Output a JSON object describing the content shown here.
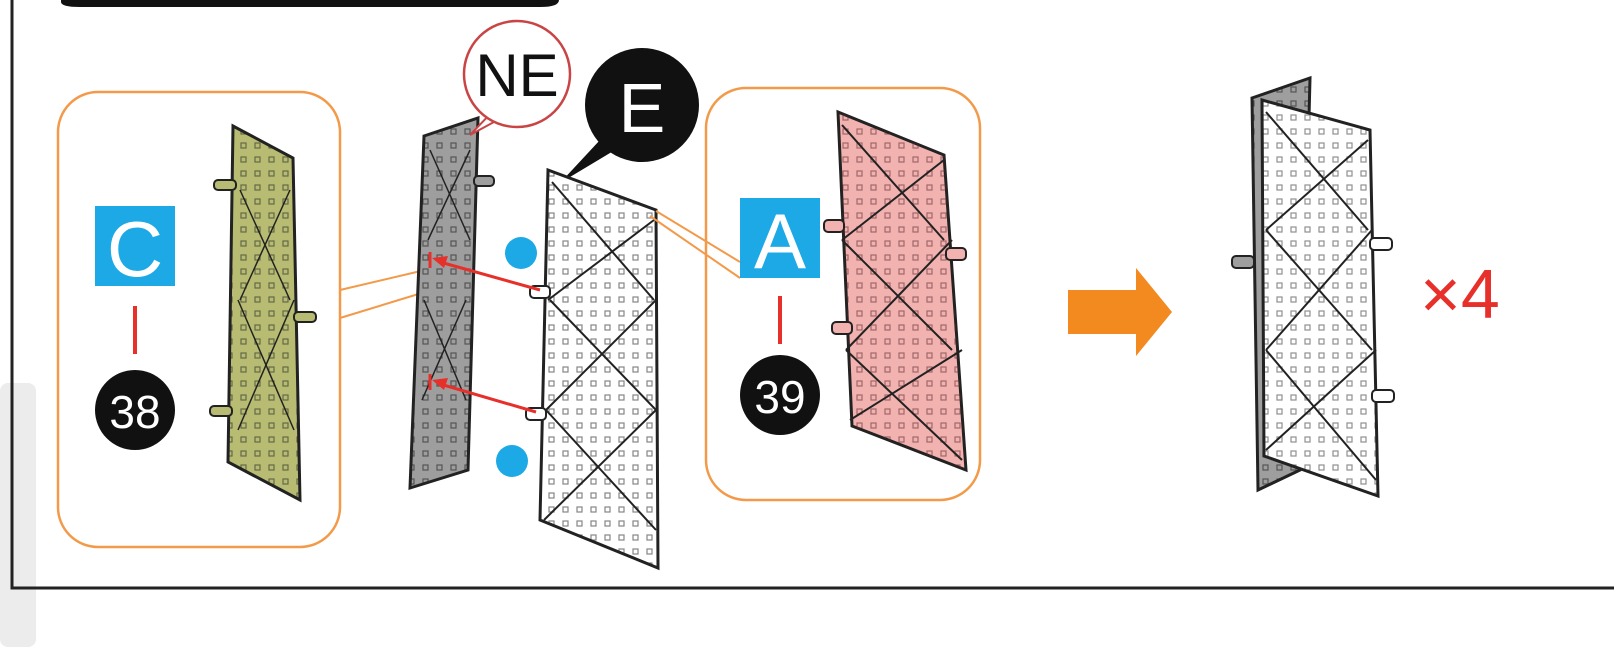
{
  "callouts": {
    "ne": "NE",
    "e": "E"
  },
  "left_group": {
    "letter": "C",
    "part_number": "38"
  },
  "right_group": {
    "letter": "A",
    "part_number": "39"
  },
  "multiplier": "×4",
  "colors": {
    "frame": "#222222",
    "orange_border": "#F39A4A",
    "cyan_badge": "#1DA9E6",
    "red": "#E8302B",
    "olive_panel": "#B7BC72",
    "pink_panel": "#F2B2B0",
    "gray_panel": "#9E9E9E",
    "white_panel": "#FFFFFF",
    "arrow_orange": "#F28A20",
    "dot_blue": "#1DA9E6"
  }
}
